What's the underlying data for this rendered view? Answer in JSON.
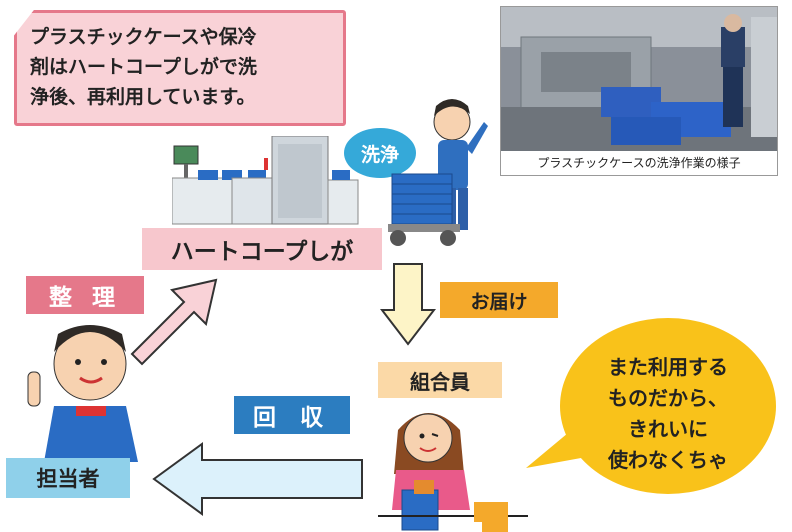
{
  "speech_bubble_top": {
    "text_lines": [
      "プラスチックケースや保冷",
      "剤はハートコープしがで洗",
      "浄後、再利用しています。"
    ]
  },
  "photo": {
    "caption": "プラスチックケースの洗浄作業の様子"
  },
  "wash_bubble": {
    "label": "洗浄"
  },
  "labels": {
    "heart_coop": "ハートコープしが",
    "seiri": "整 理",
    "otodoke": "お届け",
    "kumiai": "組合員",
    "kaishu": "回 収",
    "tanto": "担当者"
  },
  "speech_bubble_member": {
    "text_lines": [
      "また利用する",
      "ものだから、",
      "きれいに",
      "使わなくちゃ"
    ]
  },
  "colors": {
    "pink": "#f7c7cd",
    "pink_dark": "#e5788a",
    "orange": "#f4a92b",
    "peach": "#fbd9a7",
    "blue": "#2c7dc0",
    "light_blue": "#8fd0ea",
    "yellow": "#f9c21a",
    "arrow_light_blue": "#dcf1fb",
    "arrow_light_yellow": "#fdf4c7"
  }
}
